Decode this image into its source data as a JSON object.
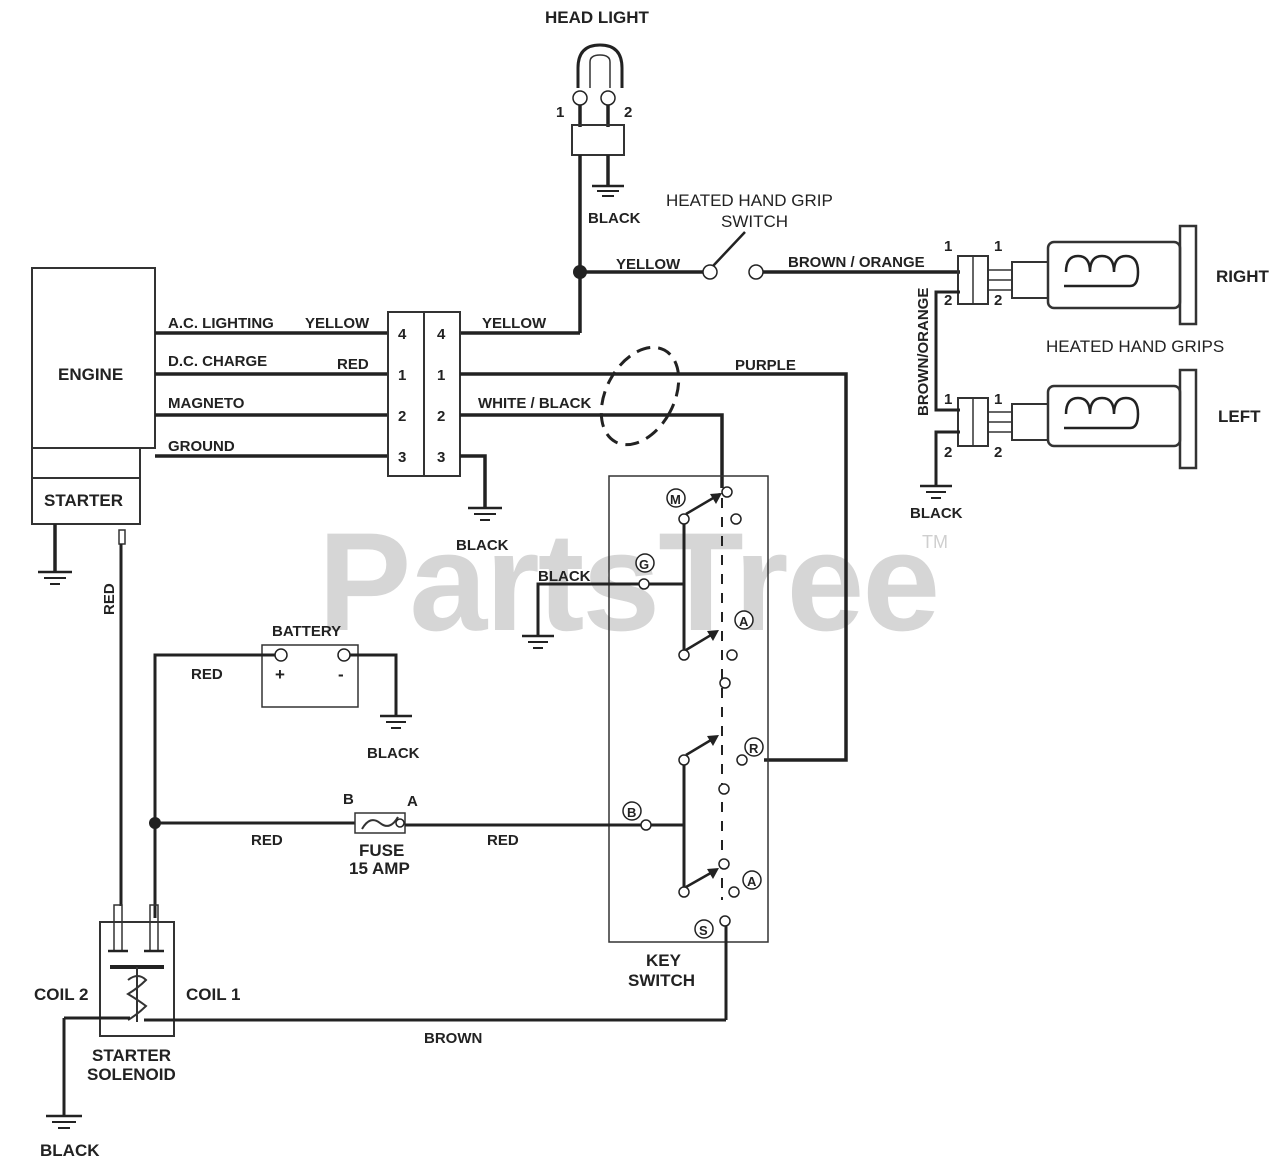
{
  "watermark": {
    "text": "PartsTree",
    "tm": "TM"
  },
  "head_light": {
    "title": "HEAD LIGHT",
    "pin1": "1",
    "pin2": "2",
    "ground": "BLACK"
  },
  "grip_switch": {
    "line1": "HEATED HAND GRIP",
    "line2": "SWITCH"
  },
  "wires": {
    "yellow_top": "YELLOW",
    "yellow_conn": "YELLOW",
    "yellow_engine": "YELLOW",
    "brown_orange_h": "BROWN / ORANGE",
    "brown_orange_v": "BROWN/ORANGE",
    "purple": "PURPLE",
    "white_black": "WHITE / BLACK",
    "red_engine": "RED",
    "red_vertical": "RED",
    "red_battery": "RED",
    "red_fuse_left": "RED",
    "red_fuse_right": "RED",
    "brown": "BROWN"
  },
  "engine": {
    "title": "ENGINE",
    "starter": "STARTER",
    "outputs": [
      "A.C. LIGHTING",
      "D.C. CHARGE",
      "MAGNETO",
      "GROUND"
    ]
  },
  "connector": {
    "left_pins": [
      "4",
      "1",
      "2",
      "3"
    ],
    "right_pins": [
      "4",
      "1",
      "2",
      "3"
    ],
    "ground": "BLACK"
  },
  "hand_grips": {
    "title": "HEATED HAND GRIPS",
    "right": "RIGHT",
    "left": "LEFT",
    "right_pins": [
      "1",
      "1",
      "2",
      "2"
    ],
    "left_pins": [
      "1",
      "1",
      "2",
      "2"
    ],
    "ground": "BLACK"
  },
  "battery": {
    "title": "BATTERY",
    "plus": "+",
    "minus": "-",
    "ground": "BLACK"
  },
  "fuse": {
    "b": "B",
    "a": "A",
    "line1": "FUSE",
    "line2": "15 AMP"
  },
  "key_switch": {
    "line1": "KEY",
    "line2": "SWITCH",
    "terminals": [
      "M",
      "G",
      "A",
      "R",
      "B",
      "A",
      "S"
    ],
    "ground": "BLACK"
  },
  "solenoid": {
    "line1": "STARTER",
    "line2": "SOLENOID",
    "coil1": "COIL 1",
    "coil2": "COIL 2",
    "ground": "BLACK"
  }
}
